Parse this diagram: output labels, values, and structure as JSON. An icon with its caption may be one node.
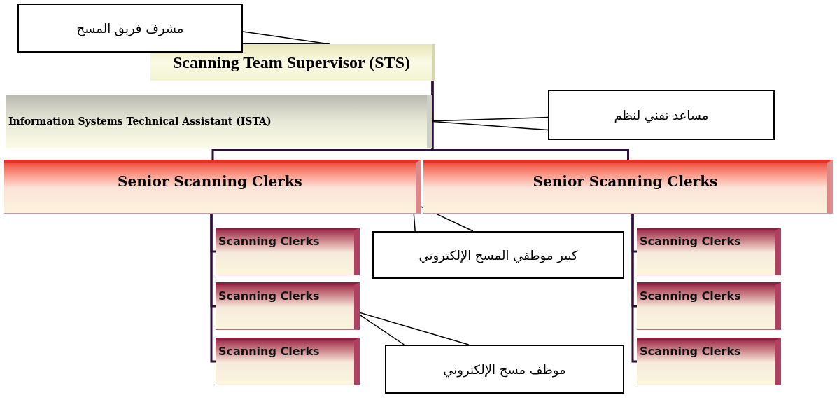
{
  "diagram": {
    "nodes": [
      {
        "text": [
          "Scanning Team Supervisor (STS)"
        ]
      },
      {
        "text": [
          "Information Systems Technical Assistant (ISTA)"
        ]
      },
      {
        "text": [
          "Senior Scanning Clerks"
        ]
      },
      {
        "text": [
          "Senior Scanning Clerks"
        ]
      },
      {
        "text": [
          "Scanning Clerks"
        ]
      },
      {
        "text": [
          "Scanning Clerks"
        ]
      },
      {
        "text": [
          "Scanning Clerks"
        ]
      },
      {
        "text": [
          "Scanning Clerks"
        ]
      },
      {
        "text": [
          "Scanning Clerks"
        ]
      },
      {
        "text": [
          "Scanning Clerks"
        ]
      },
      {
        "text": [
          "مشرف فريق المسح"
        ]
      },
      {
        "text": [
          "مساعد تقني لنظم"
        ]
      },
      {
        "text": [
          "كبير موظفي المسح الإلكتروني"
        ]
      },
      {
        "text": [
          "موظف مسح الإلكتروني"
        ]
      }
    ],
    "edges": [
      {
        "from": 0,
        "to": 1,
        "arrow": "none"
      },
      {
        "from": 0,
        "to": 2,
        "arrow": "none"
      },
      {
        "from": 0,
        "to": 3,
        "arrow": "none"
      },
      {
        "from": 2,
        "to": 4,
        "arrow": "none"
      },
      {
        "from": 2,
        "to": 5,
        "arrow": "none"
      },
      {
        "from": 2,
        "to": 6,
        "arrow": "none"
      },
      {
        "from": 3,
        "to": 7,
        "arrow": "none"
      },
      {
        "from": 3,
        "to": 8,
        "arrow": "none"
      },
      {
        "from": 3,
        "to": 9,
        "arrow": "none"
      },
      {
        "from": 10,
        "to": 0,
        "arrow": "none"
      },
      {
        "from": 11,
        "to": 1,
        "arrow": "none"
      },
      {
        "from": 12,
        "to": 2,
        "arrow": "none"
      },
      {
        "from": 13,
        "to": 5,
        "arrow": "none"
      }
    ]
  }
}
